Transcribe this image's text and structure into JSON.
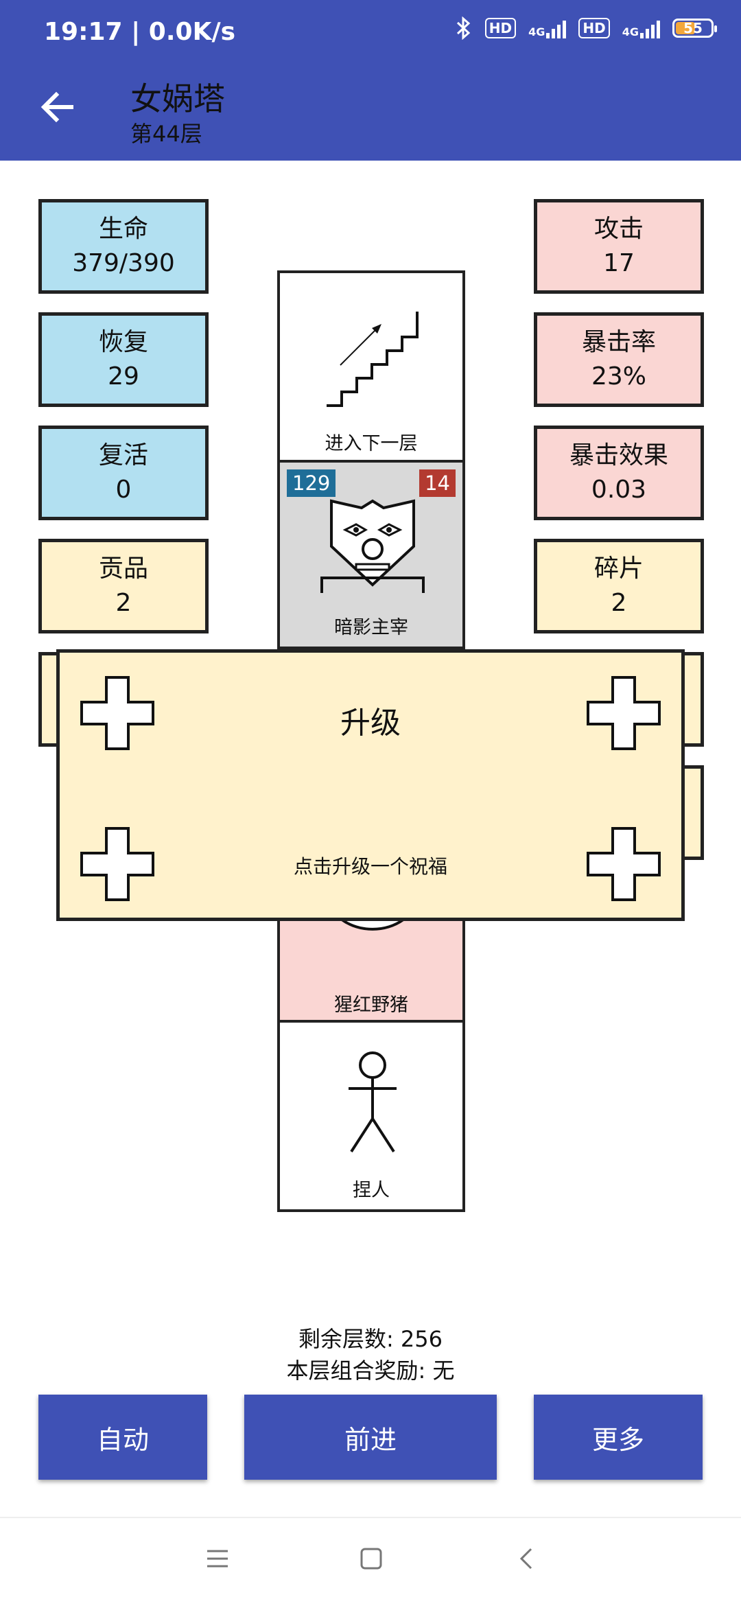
{
  "status_bar": {
    "time": "19:17 | 0.0K/s",
    "network_1": "4G",
    "network_2": "4G",
    "hd_1": "HD",
    "hd_2": "HD",
    "battery": "55",
    "battery_fill_fraction": 0.55
  },
  "header": {
    "title": "女娲塔",
    "subtitle": "第44层",
    "back_icon": "arrow-left-icon",
    "color": "#3F51B5"
  },
  "stats_left": [
    {
      "label": "生命",
      "value": "379/390"
    },
    {
      "label": "恢复",
      "value": "29"
    },
    {
      "label": "复活",
      "value": "0"
    },
    {
      "label": "贡品",
      "value": "2"
    }
  ],
  "stats_right": [
    {
      "label": "攻击",
      "value": "17"
    },
    {
      "label": "暴击率",
      "value": "23%"
    },
    {
      "label": "暴击效果",
      "value": "0.03"
    },
    {
      "label": "碎片",
      "value": "2"
    }
  ],
  "tiles": {
    "stairs": {
      "label": "进入下一层",
      "icon": "stairs-icon"
    },
    "boss": {
      "label": "暗影主宰",
      "hp": "129",
      "attack": "14",
      "icon": "mask-icon"
    },
    "pig": {
      "label": "猩红野猪",
      "icon": "pig-nose-icon"
    },
    "person": {
      "label": "捏人",
      "icon": "stick-figure-icon"
    }
  },
  "popup": {
    "title": "升级",
    "hint": "点击升级一个祝福"
  },
  "info": {
    "remaining_floors": "剩余层数: 256",
    "combo_reward": "本层组合奖励: 无"
  },
  "buttons": {
    "auto": "自动",
    "forward": "前进",
    "more": "更多"
  },
  "colors": {
    "blue_stat": "#B2E0F1",
    "pink_stat": "#FAD6D3",
    "cream_stat": "#FFF2CC",
    "badge_blue": "#1F6E98",
    "badge_red": "#B33A30"
  }
}
